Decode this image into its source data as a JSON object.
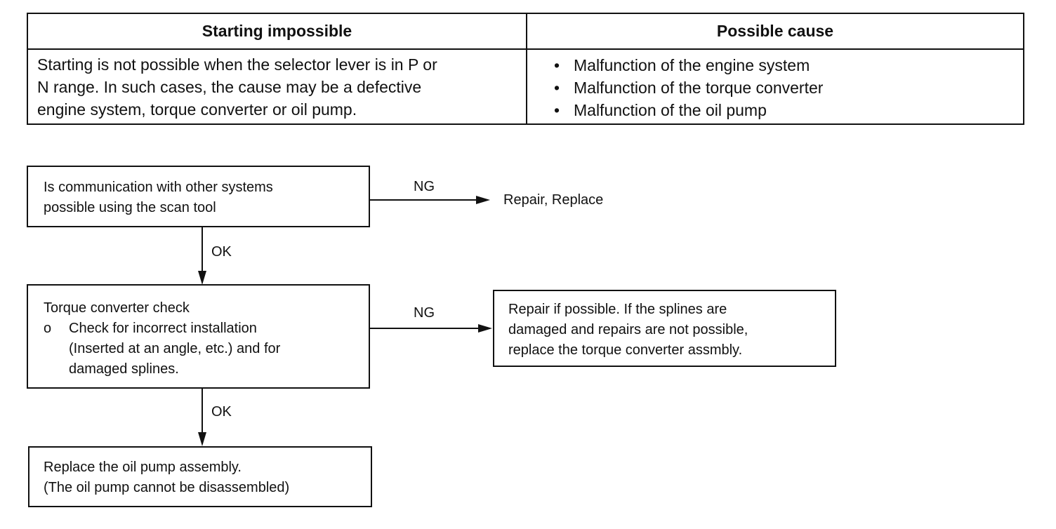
{
  "table": {
    "header_left": "Starting impossible",
    "header_right": "Possible cause",
    "description_lines": [
      "Starting is not possible when the selector lever is in P or",
      "N range.  In such cases, the cause may be a defective",
      "engine system, torque converter or oil pump."
    ],
    "bullet": "•",
    "causes": [
      "Malfunction of the engine system",
      "Malfunction of the torque converter",
      "Malfunction of the oil pump"
    ]
  },
  "flow": {
    "step1": {
      "lines": [
        "Is communication with other systems",
        "possible using the scan tool"
      ]
    },
    "step1_ng_label": "NG",
    "step1_ng_result": "Repair, Replace",
    "step1_ok_label": "OK",
    "step2": {
      "title": "Torque converter check",
      "marker": "o",
      "lines": [
        "Check for incorrect installation",
        "(Inserted at an angle, etc.) and for",
        "damaged splines."
      ]
    },
    "step2_ng_label": "NG",
    "step2_ng_result": {
      "lines": [
        "Repair if possible. If the splines are",
        "damaged and repairs are not possible,",
        "replace the torque converter assmbly."
      ]
    },
    "step2_ok_label": "OK",
    "step3": {
      "lines": [
        "Replace the oil pump assembly.",
        "(The oil pump cannot be disassembled)"
      ]
    }
  }
}
